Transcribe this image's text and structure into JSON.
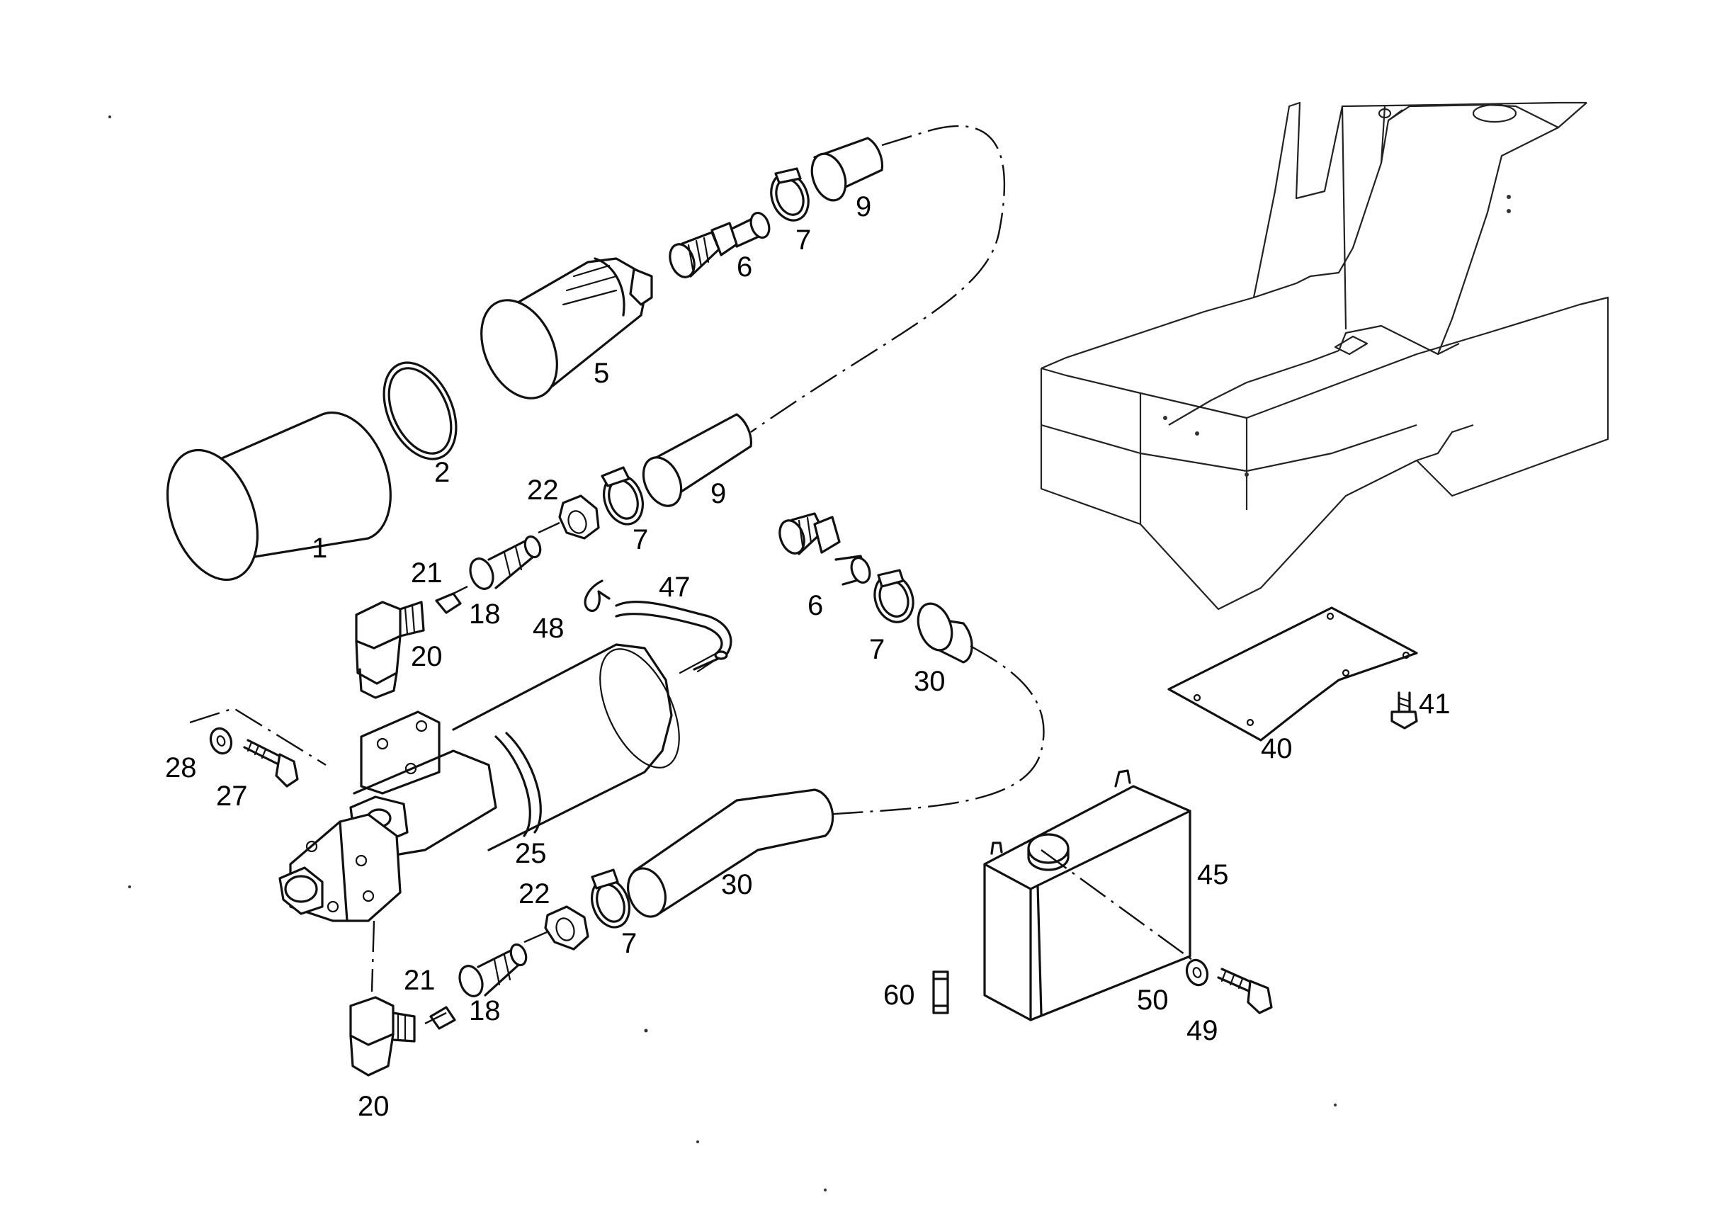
{
  "callouts": [
    {
      "id": "c1",
      "text": "1"
    },
    {
      "id": "c2",
      "text": "2"
    },
    {
      "id": "c5",
      "text": "5"
    },
    {
      "id": "c6a",
      "text": "6"
    },
    {
      "id": "c7a",
      "text": "7"
    },
    {
      "id": "c9a",
      "text": "9"
    },
    {
      "id": "c22a",
      "text": "22"
    },
    {
      "id": "c7b",
      "text": "7"
    },
    {
      "id": "c9b",
      "text": "9"
    },
    {
      "id": "c21a",
      "text": "21"
    },
    {
      "id": "c18a",
      "text": "18"
    },
    {
      "id": "c20a",
      "text": "20"
    },
    {
      "id": "c48",
      "text": "48"
    },
    {
      "id": "c47",
      "text": "47"
    },
    {
      "id": "c6b",
      "text": "6"
    },
    {
      "id": "c7c",
      "text": "7"
    },
    {
      "id": "c30a",
      "text": "30"
    },
    {
      "id": "c28",
      "text": "28"
    },
    {
      "id": "c27",
      "text": "27"
    },
    {
      "id": "c25",
      "text": "25"
    },
    {
      "id": "c30b",
      "text": "30"
    },
    {
      "id": "c22b",
      "text": "22"
    },
    {
      "id": "c7d",
      "text": "7"
    },
    {
      "id": "c21b",
      "text": "21"
    },
    {
      "id": "c18b",
      "text": "18"
    },
    {
      "id": "c20b",
      "text": "20"
    },
    {
      "id": "c40",
      "text": "40"
    },
    {
      "id": "c41",
      "text": "41"
    },
    {
      "id": "c45",
      "text": "45"
    },
    {
      "id": "c60",
      "text": "60"
    },
    {
      "id": "c50",
      "text": "50"
    },
    {
      "id": "c49",
      "text": "49"
    }
  ]
}
